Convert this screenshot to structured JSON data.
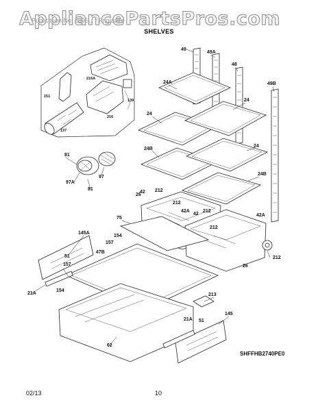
{
  "watermark": "AppliancePartsPros.com",
  "header_faint": "Publication No. 5995... / Frigidaire",
  "section_title": "SHELVES",
  "model_code": "SHFFHB2740PE0",
  "footer": {
    "date": "02/13",
    "page": "10"
  },
  "callouts": {
    "c49": "49",
    "c49a": "49A",
    "c48": "48",
    "c49b": "49B",
    "c24a": "24A",
    "c24_1": "24",
    "c24_2": "24",
    "c24_3": "24",
    "c24b_1": "24B",
    "c24b_2": "24B",
    "c151": "151",
    "c216a": "216A",
    "c216": "216",
    "c139": "139",
    "c137": "137",
    "c81_1": "81",
    "c97a": "97A",
    "c97": "97",
    "c81_2": "81",
    "c42": "42",
    "c212_1": "212",
    "c26_1": "26",
    "c212_2": "212",
    "c42a_1": "42A",
    "c42_2": "42",
    "c212_3": "212",
    "c42a_2": "42A",
    "c212_4": "212",
    "c75": "75",
    "c145a": "145A",
    "c154_1": "154",
    "c157_1": "157",
    "c47b": "47B",
    "c51_1": "51",
    "c157_2": "157",
    "c21a_1": "21A",
    "c154_2": "154",
    "c26_2": "26",
    "c212_5": "212",
    "c213": "213",
    "c21a_2": "21A",
    "c51_2": "51",
    "c145": "145",
    "c62": "62"
  }
}
